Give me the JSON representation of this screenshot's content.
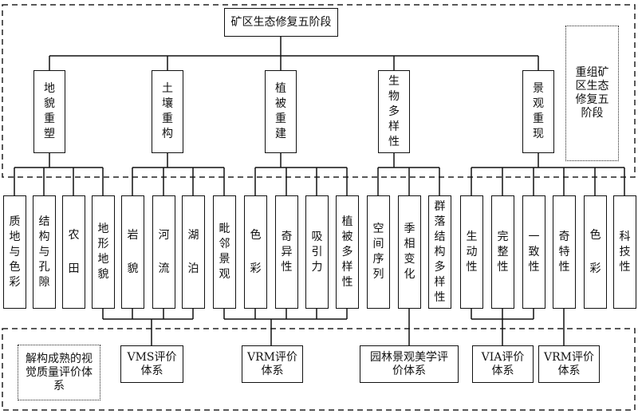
{
  "title": "矿区生态修复五阶段",
  "side_note_top": "重组矿区生态修复五阶段",
  "side_note_bottom": "解构成熟的视觉质量评价体系",
  "stages": [
    "地貌重塑",
    "土壤重构",
    "植被重建",
    "生物多样性",
    "景观重现"
  ],
  "factors": [
    "质地与色彩",
    "结构与孔隙",
    "农田",
    "地形地貌",
    "岩貌",
    "河流",
    "湖泊",
    "毗邻景观",
    "色彩",
    "奇异性",
    "吸引力",
    "植被多样性",
    "空间序列",
    "季相变化",
    "群落结构多样性",
    "生动性",
    "完整性",
    "一致性",
    "奇特性",
    "色彩",
    "科技性"
  ],
  "systems": [
    "VMS评价体系",
    "VRM评价体系",
    "园林景观美学评价体系",
    "VIA评价体系",
    "VRM评价体系"
  ]
}
